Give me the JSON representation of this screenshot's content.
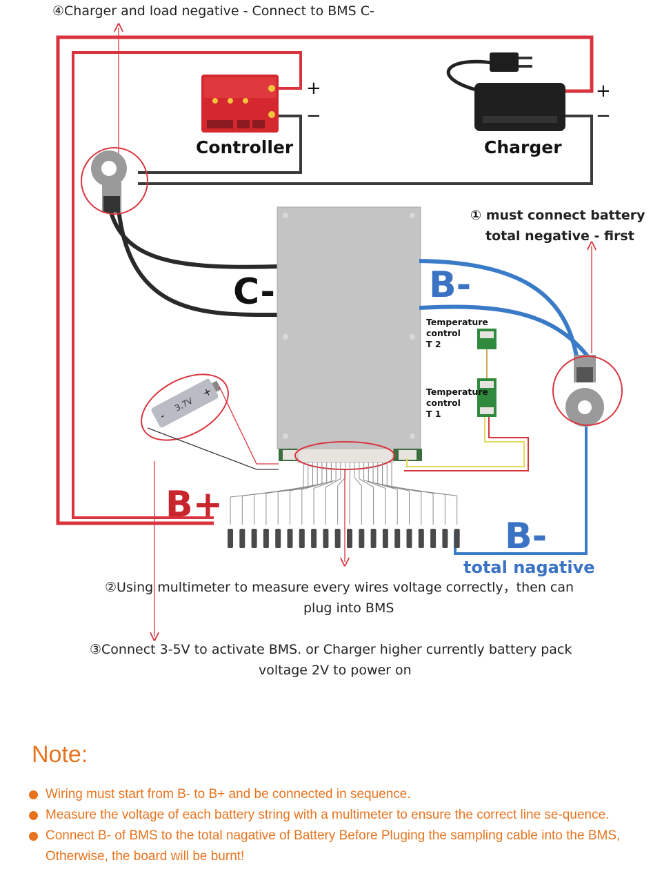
{
  "annotations": {
    "step4": "④Charger and load negative - Connect to BMS C-",
    "step1_line1": "① must connect battery",
    "step1_line2": "total negative - first",
    "step2_line1": "②Using multimeter to measure every wires voltage correctly，then can",
    "step2_line2": "plug into BMS",
    "step3_line1": "③Connect 3-5V to activate BMS. or Charger higher currently battery pack",
    "step3_line2": "voltage 2V to power on"
  },
  "labels": {
    "controller": "Controller",
    "charger": "Charger",
    "plus": "+",
    "minus": "−",
    "c_minus": "C-",
    "b_minus": "B-",
    "b_plus": "B+",
    "b_minus_total": "B-",
    "total_negative": "total nagative",
    "t2_line1": "Temperature",
    "t2_line2": "control",
    "t2_line3": "T 2",
    "t1_line1": "Temperature",
    "t1_line2": "control",
    "t1_line3": "T 1",
    "cell_voltage": "3.7V",
    "cell_plus": "+",
    "cell_minus": "-"
  },
  "colors": {
    "red_wire": "#d9343d",
    "blue_wire": "#3a7bc8",
    "black_wire": "#2a2a2a",
    "accent_orange": "#e8731e",
    "label_red": "#c9252d",
    "label_blue": "#3a72c4"
  },
  "note": {
    "title": "Note:",
    "items": [
      "Wiring must start from B- to B+ and be connected in sequence.",
      "Measure the voltage of each battery string with a multimeter to ensure the correct line se-quence.",
      "Connect B- of BMS to the total nagative of Battery Before Pluging the sampling cable into the BMS, Otherwise, the board will be burnt!"
    ]
  }
}
